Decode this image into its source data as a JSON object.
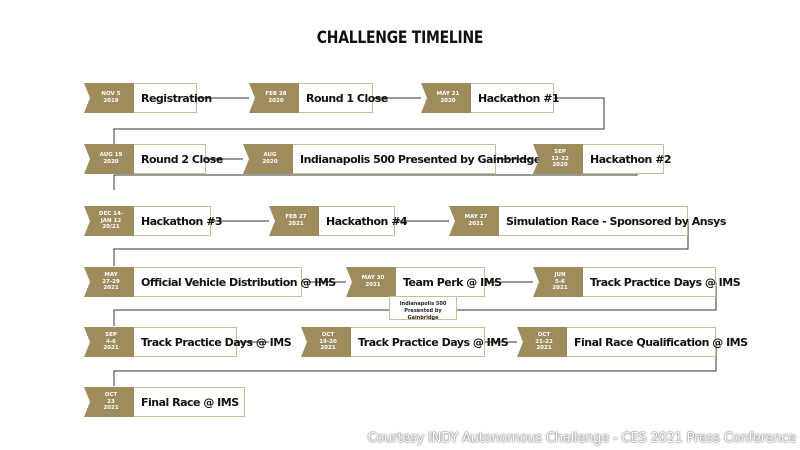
{
  "title": "CHALLENGE TIMELINE",
  "milestones": [
    {
      "date": "NOV 5\n2019",
      "label": "Registration"
    },
    {
      "date": "FEB 28\n2020",
      "label": "Round 1 Close"
    },
    {
      "date": "MAY 21\n2020",
      "label": "Hackathon #1"
    },
    {
      "date": "AUG 19\n2020",
      "label": "Round 2 Close"
    },
    {
      "date": "AUG\n2020",
      "label": "Indianapolis 500 Presented by Gainbridge"
    },
    {
      "date": "SEP\n12-22\n2020",
      "label": "Hackathon #2"
    },
    {
      "date": "DEC 14-\nJAN 12\n20/21",
      "label": "Hackathon #3"
    },
    {
      "date": "FEB 27\n2021",
      "label": "Hackathon #4"
    },
    {
      "date": "MAY 27\n2021",
      "label": "Simulation Race - Sponsored by Ansys"
    },
    {
      "date": "MAY\n27-29\n2021",
      "label": "Official Vehicle Distribution @ IMS"
    },
    {
      "date": "MAY 30\n2021",
      "label": "Team Perk @ IMS"
    },
    {
      "date": "JUN\n5-6\n2021",
      "label": "Track Practice Days @ IMS"
    },
    {
      "date": "SEP\n4-6\n2021",
      "label": "Track Practice Days @ IMS"
    },
    {
      "date": "OCT\n19-20\n2021",
      "label": "Track Practice Days @ IMS"
    },
    {
      "date": "OCT\n21-22\n2021",
      "label": "Final Race Qualification @ IMS"
    },
    {
      "date": "OCT\n23\n2021",
      "label": "Final Race @ IMS"
    }
  ],
  "note": "Indianapolis 500\nPresented by Gainbridge",
  "credit": "Courtesy INDY Autonomous Challenge - CES 2021 Press Conference",
  "colors": {
    "tag": "#9e8c5d",
    "border": "#c9bd98",
    "line": "#333333"
  }
}
